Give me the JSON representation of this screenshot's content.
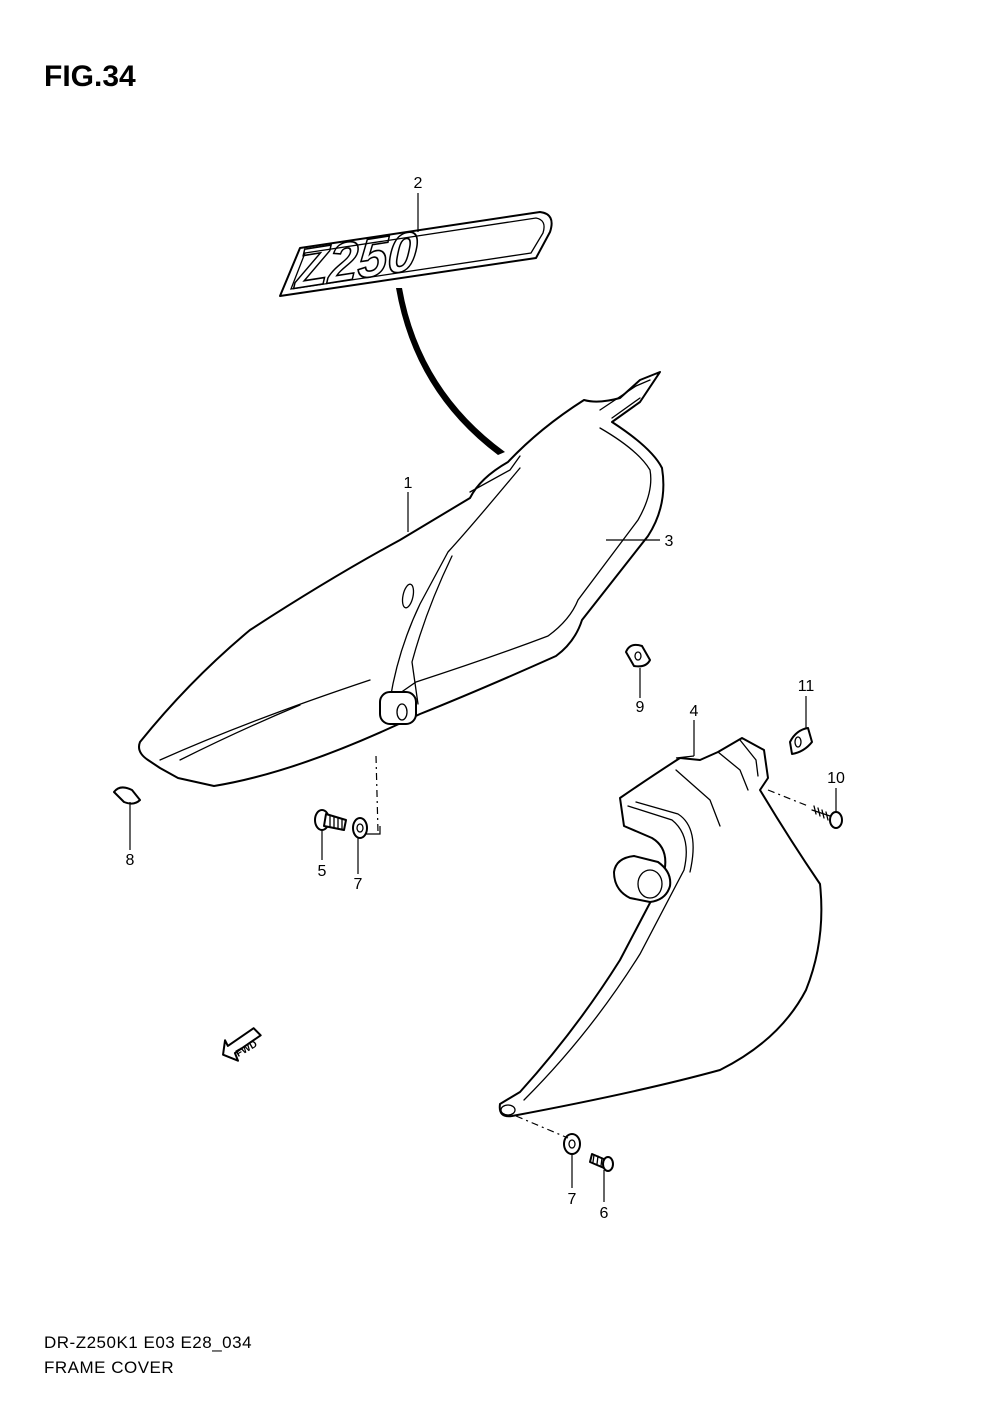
{
  "figure": {
    "title": "FIG.34",
    "model_code": "DR-Z250K1 E03 E28_034",
    "name": "FRAME COVER"
  },
  "emblem_text": "Z250",
  "fwd_arrow_text": "FWD",
  "callouts": {
    "c1": "1",
    "c2": "2",
    "c3": "3",
    "c4": "4",
    "c5": "5",
    "c6": "6",
    "c7a": "7",
    "c7b": "7",
    "c8": "8",
    "c9": "9",
    "c10": "10",
    "c11": "11"
  }
}
